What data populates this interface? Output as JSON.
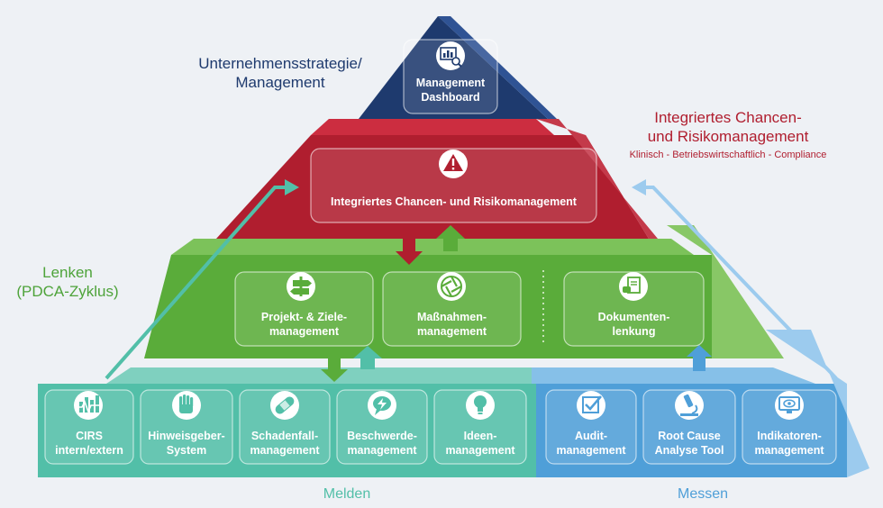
{
  "labels": {
    "top_left_line1": "Unternehmensstrategie/",
    "top_left_line2": "Management",
    "right_line1": "Integriertes Chancen-",
    "right_line2": "und Risikomanagement",
    "right_sub": "Klinisch - Betriebswirtschaftlich - Compliance",
    "left_line1": "Lenken",
    "left_line2": "(PDCA-Zyklus)",
    "bottom_left": "Melden",
    "bottom_right": "Messen"
  },
  "tiers": {
    "top": {
      "box": {
        "line1": "Management",
        "line2": "Dashboard",
        "icon": "dashboard-chart-icon"
      }
    },
    "red": {
      "box": {
        "line1": "Integriertes Chancen- und Risikomanagement",
        "icon": "warning-icon"
      }
    },
    "green": {
      "boxes": [
        {
          "line1": "Projekt- & Ziele-",
          "line2": "management",
          "icon": "signpost-icon"
        },
        {
          "line1": "Maßnahmen-",
          "line2": "management",
          "icon": "shutter-icon"
        },
        {
          "line1": "Dokumenten-",
          "line2": "lenkung",
          "icon": "document-hand-icon"
        }
      ]
    },
    "bottom": {
      "boxes": [
        {
          "line1": "CIRS",
          "line2": "intern/extern",
          "icon": "pulse-bars-icon"
        },
        {
          "line1": "Hinweisgeber-",
          "line2": "System",
          "icon": "raised-hand-icon"
        },
        {
          "line1": "Schadenfall-",
          "line2": "management",
          "icon": "bandage-icon"
        },
        {
          "line1": "Beschwerde-",
          "line2": "management",
          "icon": "speech-bubble-bolt-icon"
        },
        {
          "line1": "Ideen-",
          "line2": "management",
          "icon": "lightbulb-icon"
        },
        {
          "line1": "Audit-",
          "line2": "management",
          "icon": "checkbox-icon"
        },
        {
          "line1": "Root Cause",
          "line2": "Analyse Tool",
          "icon": "microscope-icon"
        },
        {
          "line1": "Indikatoren-",
          "line2": "management",
          "icon": "monitor-eye-icon"
        }
      ]
    }
  },
  "colors": {
    "navy": "#1e3a6e",
    "red": "#b01e2f",
    "green": "#5aac3a",
    "teal": "#52bfa8",
    "blue": "#4f9fd8"
  }
}
